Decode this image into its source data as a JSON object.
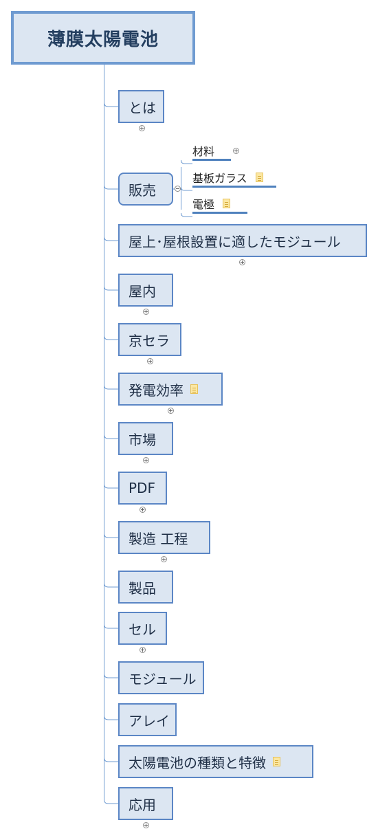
{
  "root": {
    "label": "薄膜太陽電池"
  },
  "branches": [
    {
      "label": "とは"
    },
    {
      "label": "販売",
      "children": [
        {
          "label": "材料"
        },
        {
          "label": "基板ガラス",
          "note": true
        },
        {
          "label": "電極",
          "note": true
        }
      ]
    },
    {
      "label": "屋上･屋根設置に適したモジュール"
    },
    {
      "label": "屋内"
    },
    {
      "label": "京セラ"
    },
    {
      "label": "発電効率",
      "note": true
    },
    {
      "label": "市場"
    },
    {
      "label": "PDF"
    },
    {
      "label": "製造 工程"
    },
    {
      "label": "製品"
    },
    {
      "label": "セル"
    },
    {
      "label": "モジュール"
    },
    {
      "label": "アレイ"
    },
    {
      "label": "太陽電池の種類と特徴",
      "note": true
    },
    {
      "label": "応用"
    }
  ],
  "colors": {
    "node_fill": "#dce6f2",
    "node_border": "#5b86c5",
    "root_border": "#6f9bd1",
    "connector": "#6f9bd1",
    "subtopic_underline": "#4f81bd",
    "note_icon": "#fbe7a3"
  },
  "icons": {
    "note": "note-icon",
    "expand": "expand-plus-icon",
    "collapse": "collapse-minus-icon"
  }
}
